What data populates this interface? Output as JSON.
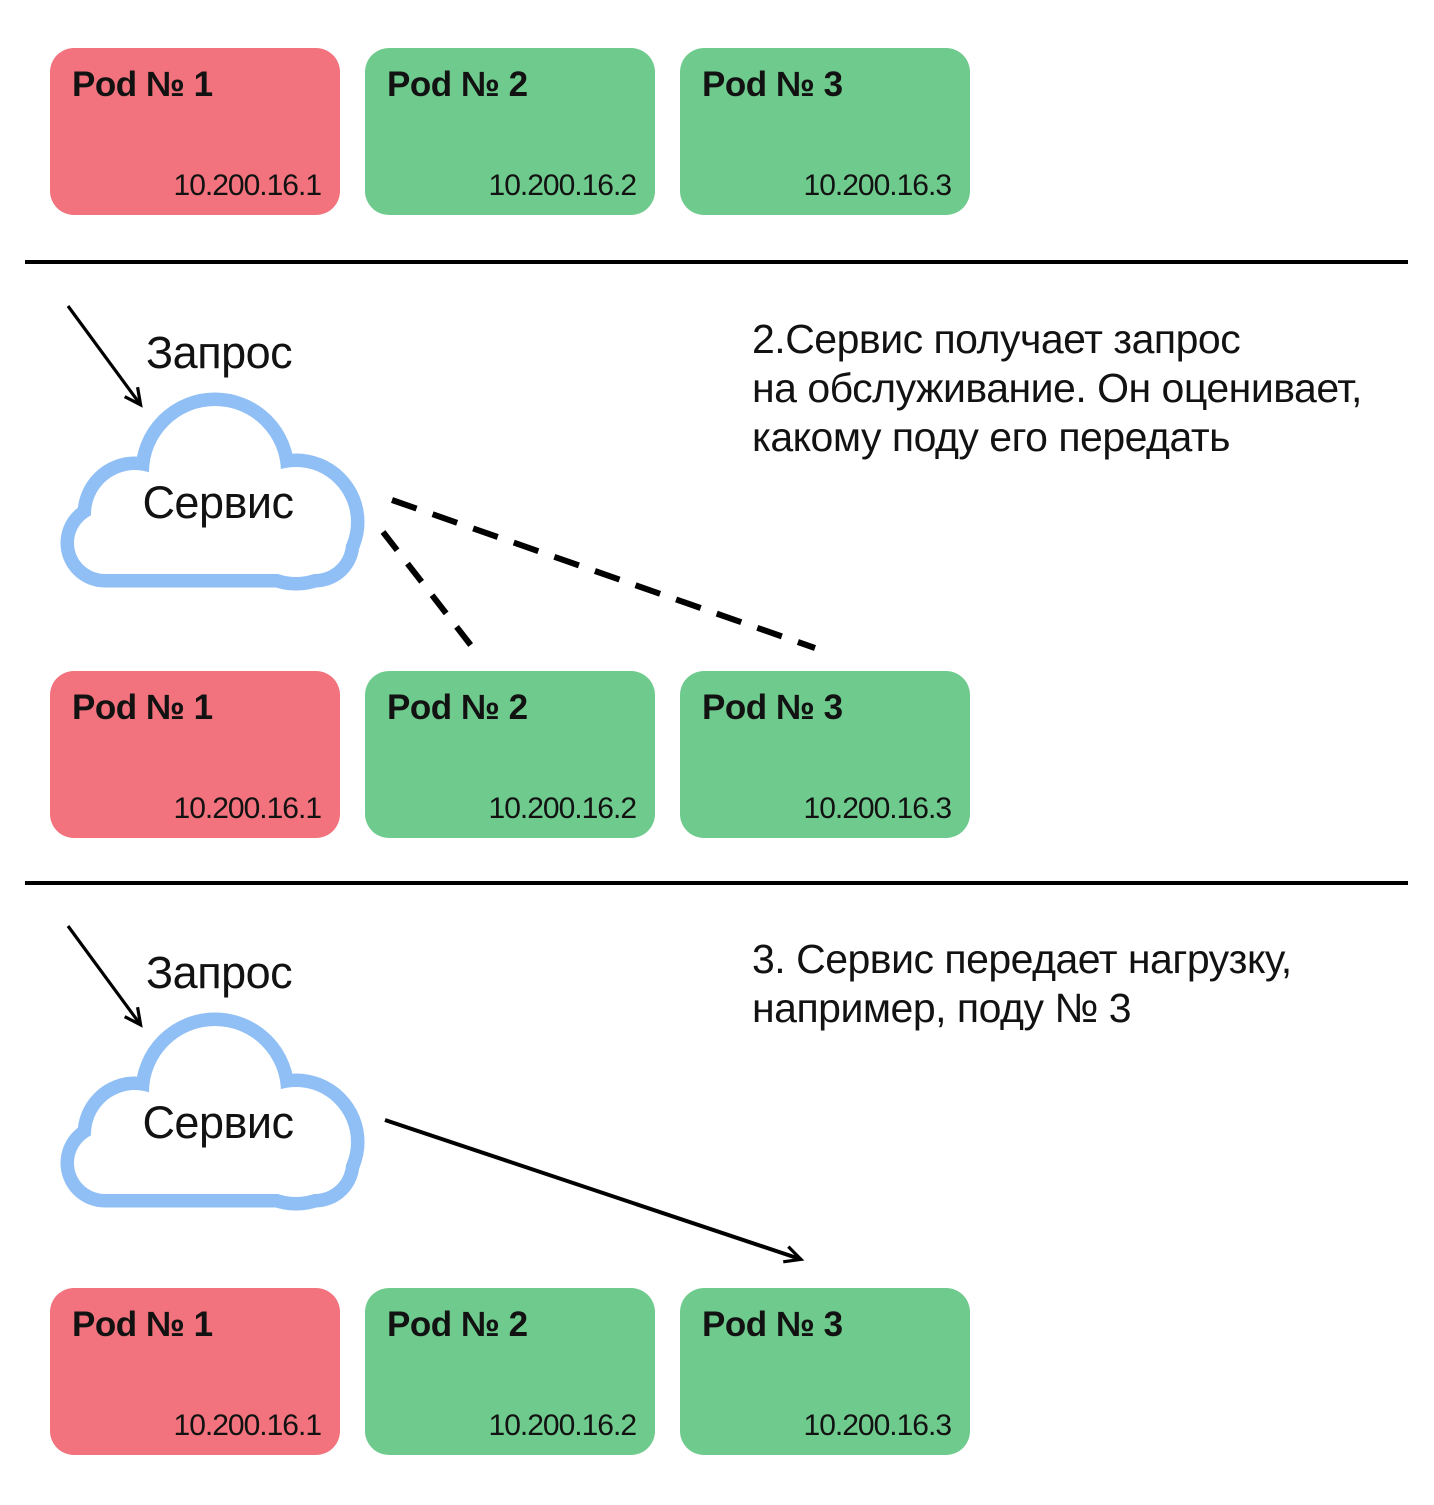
{
  "colors": {
    "pod_red": "#F2737D",
    "pod_green": "#6FCB8D",
    "cloud_blue": "#90BFF5",
    "line_black": "#000000",
    "text": "#121212"
  },
  "pods": [
    {
      "title": "Pod № 1",
      "ip": "10.200.16.1",
      "variant": "red"
    },
    {
      "title": "Pod № 2",
      "ip": "10.200.16.2",
      "variant": "green"
    },
    {
      "title": "Pod № 3",
      "ip": "10.200.16.3",
      "variant": "green"
    }
  ],
  "step2": {
    "request_label": "Запрос",
    "cloud_label": "Сервис",
    "caption": "2.Сервис получает запрос\nна обслуживание. Он оценивает,\nкакому поду его передать"
  },
  "step3": {
    "request_label": "Запрос",
    "cloud_label": "Сервис",
    "caption": "3. Сервис передает нагрузку,\nнапример, поду № 3"
  }
}
